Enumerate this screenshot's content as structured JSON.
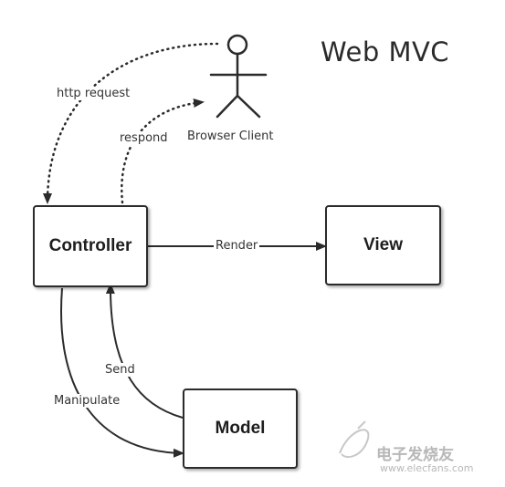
{
  "title": "Web MVC",
  "actor": {
    "label": "Browser Client"
  },
  "nodes": {
    "controller": "Controller",
    "view": "View",
    "model": "Model"
  },
  "edges": {
    "http_request": "http request",
    "respond": "respond",
    "render": "Render",
    "send": "Send",
    "manipulate": "Manipulate"
  },
  "watermark": {
    "cn": "电子发烧友",
    "url": "www.elecfans.com"
  },
  "colors": {
    "stroke": "#2b2b2b",
    "text": "#1e1e1e",
    "watermark": "#b8b8b8"
  }
}
